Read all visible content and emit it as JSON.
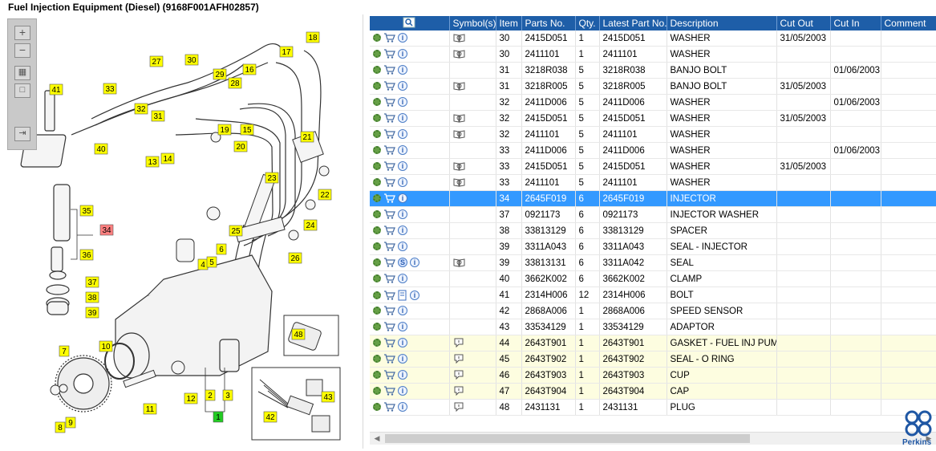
{
  "window": {
    "title": "Fuel Injection Equipment (Diesel) (9168F001AFH02857)"
  },
  "toolbar": {
    "zoom_in": "+",
    "zoom_out": "−",
    "fit": "▦",
    "reset": "□",
    "export": "⇥"
  },
  "diagram": {
    "callouts": [
      "1",
      "2",
      "3",
      "4",
      "5",
      "6",
      "7",
      "8",
      "9",
      "10",
      "11",
      "12",
      "13",
      "14",
      "15",
      "16",
      "17",
      "18",
      "19",
      "20",
      "21",
      "22",
      "23",
      "24",
      "25",
      "26",
      "27",
      "28",
      "29",
      "30",
      "31",
      "32",
      "33",
      "34",
      "35",
      "36",
      "37",
      "38",
      "39",
      "40",
      "41",
      "42",
      "43",
      "48"
    ],
    "selected_callout": "34",
    "assembly_callout": "1"
  },
  "table": {
    "columns": [
      "",
      "Symbol(s)",
      "Item",
      "Parts No.",
      "Qty.",
      "Latest Part No.",
      "Description",
      "Cut Out",
      "Cut In",
      "Comment"
    ],
    "rows": [
      {
        "icons": "gci",
        "symbol": "book",
        "item": "30",
        "part": "2415D051",
        "qty": "1",
        "latest": "2415D051",
        "desc": "WASHER",
        "cutout": "31/05/2003",
        "cutin": "",
        "comment": ""
      },
      {
        "icons": "gci",
        "symbol": "book",
        "item": "30",
        "part": "2411101",
        "qty": "1",
        "latest": "2411101",
        "desc": "WASHER",
        "cutout": "",
        "cutin": "",
        "comment": ""
      },
      {
        "icons": "gci",
        "symbol": "",
        "item": "31",
        "part": "3218R038",
        "qty": "5",
        "latest": "3218R038",
        "desc": "BANJO BOLT",
        "cutout": "",
        "cutin": "01/06/2003",
        "comment": ""
      },
      {
        "icons": "gci",
        "symbol": "book",
        "item": "31",
        "part": "3218R005",
        "qty": "5",
        "latest": "3218R005",
        "desc": "BANJO BOLT",
        "cutout": "31/05/2003",
        "cutin": "",
        "comment": ""
      },
      {
        "icons": "gci",
        "symbol": "",
        "item": "32",
        "part": "2411D006",
        "qty": "5",
        "latest": "2411D006",
        "desc": "WASHER",
        "cutout": "",
        "cutin": "01/06/2003",
        "comment": ""
      },
      {
        "icons": "gci",
        "symbol": "book",
        "item": "32",
        "part": "2415D051",
        "qty": "5",
        "latest": "2415D051",
        "desc": "WASHER",
        "cutout": "31/05/2003",
        "cutin": "",
        "comment": ""
      },
      {
        "icons": "gci",
        "symbol": "book",
        "item": "32",
        "part": "2411101",
        "qty": "5",
        "latest": "2411101",
        "desc": "WASHER",
        "cutout": "",
        "cutin": "",
        "comment": ""
      },
      {
        "icons": "gci",
        "symbol": "",
        "item": "33",
        "part": "2411D006",
        "qty": "5",
        "latest": "2411D006",
        "desc": "WASHER",
        "cutout": "",
        "cutin": "01/06/2003",
        "comment": ""
      },
      {
        "icons": "gci",
        "symbol": "book",
        "item": "33",
        "part": "2415D051",
        "qty": "5",
        "latest": "2415D051",
        "desc": "WASHER",
        "cutout": "31/05/2003",
        "cutin": "",
        "comment": ""
      },
      {
        "icons": "gci",
        "symbol": "book",
        "item": "33",
        "part": "2411101",
        "qty": "5",
        "latest": "2411101",
        "desc": "WASHER",
        "cutout": "",
        "cutin": "",
        "comment": ""
      },
      {
        "icons": "gci",
        "symbol": "",
        "item": "34",
        "part": "2645F019",
        "qty": "6",
        "latest": "2645F019",
        "desc": "INJECTOR",
        "cutout": "",
        "cutin": "",
        "comment": "",
        "selected": true
      },
      {
        "icons": "gci",
        "symbol": "",
        "item": "37",
        "part": "0921173",
        "qty": "6",
        "latest": "0921173",
        "desc": "INJECTOR WASHER",
        "cutout": "",
        "cutin": "",
        "comment": ""
      },
      {
        "icons": "gci",
        "symbol": "",
        "item": "38",
        "part": "33813129",
        "qty": "6",
        "latest": "33813129",
        "desc": "SPACER",
        "cutout": "",
        "cutin": "",
        "comment": ""
      },
      {
        "icons": "gci",
        "symbol": "",
        "item": "39",
        "part": "3311A043",
        "qty": "6",
        "latest": "3311A043",
        "desc": "SEAL - INJECTOR",
        "cutout": "",
        "cutin": "",
        "comment": ""
      },
      {
        "icons": "gcsi",
        "symbol": "book",
        "item": "39",
        "part": "33813131",
        "qty": "6",
        "latest": "3311A042",
        "desc": "SEAL",
        "cutout": "",
        "cutin": "",
        "comment": ""
      },
      {
        "icons": "gci",
        "symbol": "",
        "item": "40",
        "part": "3662K002",
        "qty": "6",
        "latest": "3662K002",
        "desc": "CLAMP",
        "cutout": "",
        "cutin": "",
        "comment": ""
      },
      {
        "icons": "gcbi",
        "symbol": "",
        "item": "41",
        "part": "2314H006",
        "qty": "12",
        "latest": "2314H006",
        "desc": "BOLT",
        "cutout": "",
        "cutin": "",
        "comment": ""
      },
      {
        "icons": "gci",
        "symbol": "",
        "item": "42",
        "part": "2868A006",
        "qty": "1",
        "latest": "2868A006",
        "desc": "SPEED SENSOR",
        "cutout": "",
        "cutin": "",
        "comment": ""
      },
      {
        "icons": "gci",
        "symbol": "",
        "item": "43",
        "part": "33534129",
        "qty": "1",
        "latest": "33534129",
        "desc": "ADAPTOR",
        "cutout": "",
        "cutin": "",
        "comment": ""
      },
      {
        "icons": "gci",
        "symbol": "note",
        "item": "44",
        "part": "2643T901",
        "qty": "1",
        "latest": "2643T901",
        "desc": "GASKET - FUEL INJ PUMP",
        "cutout": "",
        "cutin": "",
        "comment": "",
        "highlight": true
      },
      {
        "icons": "gci",
        "symbol": "note",
        "item": "45",
        "part": "2643T902",
        "qty": "1",
        "latest": "2643T902",
        "desc": "SEAL - O RING",
        "cutout": "",
        "cutin": "",
        "comment": "",
        "highlight": true
      },
      {
        "icons": "gci",
        "symbol": "note",
        "item": "46",
        "part": "2643T903",
        "qty": "1",
        "latest": "2643T903",
        "desc": "CUP",
        "cutout": "",
        "cutin": "",
        "comment": "",
        "highlight": true
      },
      {
        "icons": "gci",
        "symbol": "note",
        "item": "47",
        "part": "2643T904",
        "qty": "1",
        "latest": "2643T904",
        "desc": "CAP",
        "cutout": "",
        "cutin": "",
        "comment": "",
        "highlight": true
      },
      {
        "icons": "gci",
        "symbol": "note",
        "item": "48",
        "part": "2431131",
        "qty": "1",
        "latest": "2431131",
        "desc": "PLUG",
        "cutout": "",
        "cutin": "",
        "comment": ""
      }
    ]
  },
  "brand": {
    "name": "Perkins",
    "color": "#1f57a4"
  },
  "colors": {
    "header": "#1e5ea8",
    "selected": "#3399ff",
    "highlight": "#fdfde0",
    "callout": "#ffff00",
    "callout_selected": "#ff8080",
    "callout_assembly": "#22cc22"
  }
}
